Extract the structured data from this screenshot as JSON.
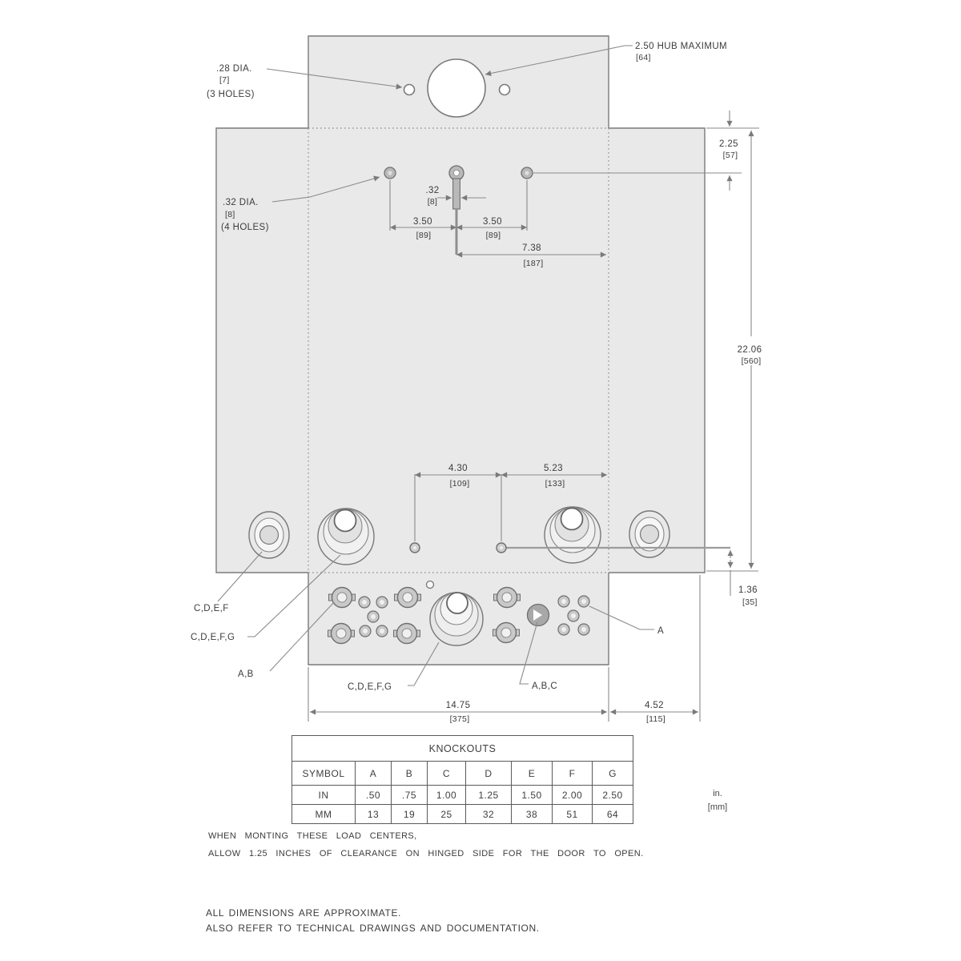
{
  "ann": {
    "hubhole1": ".28 DIA.",
    "hubhole2": "[7]",
    "hubhole3": "(3 HOLES)",
    "hubmax1": "2.50 HUB MAXIMUM",
    "hubmax2": "[64]",
    "mnthole1": ".32 DIA.",
    "mnthole2": "[8]",
    "mnthole3": "(4 HOLES)",
    "slot_in": ".32",
    "slot_mm": "[8]",
    "l350_in": "3.50",
    "l350_mm": "[89]",
    "r350_in": "3.50",
    "r350_mm": "[89]",
    "d738_in": "7.38",
    "d738_mm": "[187]",
    "d225_in": "2.25",
    "d225_mm": "[57]",
    "d2206_in": "22.06",
    "d2206_mm": "[560]",
    "d136_in": "1.36",
    "d136_mm": "[35]",
    "d430_in": "4.30",
    "d430_mm": "[109]",
    "d523_in": "5.23",
    "d523_mm": "[133]",
    "d1475_in": "14.75",
    "d1475_mm": "[375]",
    "d452_in": "4.52",
    "d452_mm": "[115]"
  },
  "labels": {
    "cdef": "C,D,E,F",
    "cdefg": "C,D,E,F,G",
    "ab": "A,B",
    "cdefg2": "C,D,E,F,G",
    "abc": "A,B,C",
    "a": "A"
  },
  "units": {
    "in": "in.",
    "mm": "[mm]"
  },
  "table": {
    "title": "KNOCKOUTS",
    "symbol_row": [
      "SYMBOL",
      "A",
      "B",
      "C",
      "D",
      "E",
      "F",
      "G"
    ],
    "in_row": [
      "IN",
      ".50",
      ".75",
      "1.00",
      "1.25",
      "1.50",
      "2.00",
      "2.50"
    ],
    "mm_row": [
      "MM",
      "13",
      "19",
      "25",
      "32",
      "38",
      "51",
      "64"
    ]
  },
  "notes": {
    "mounting1": "WHEN MONTING THESE LOAD CENTERS,",
    "mounting2": "ALLOW 1.25 INCHES OF CLEARANCE ON HINGED SIDE FOR THE DOOR TO OPEN.",
    "general1": "ALL DIMENSIONS ARE APPROXIMATE.",
    "general2": "ALSO REFER TO TECHNICAL DRAWINGS AND DOCUMENTATION."
  },
  "colors": {
    "panel_fill": "#e9e9e9",
    "line": "#7a7a7a",
    "text": "#3c3c3c"
  }
}
